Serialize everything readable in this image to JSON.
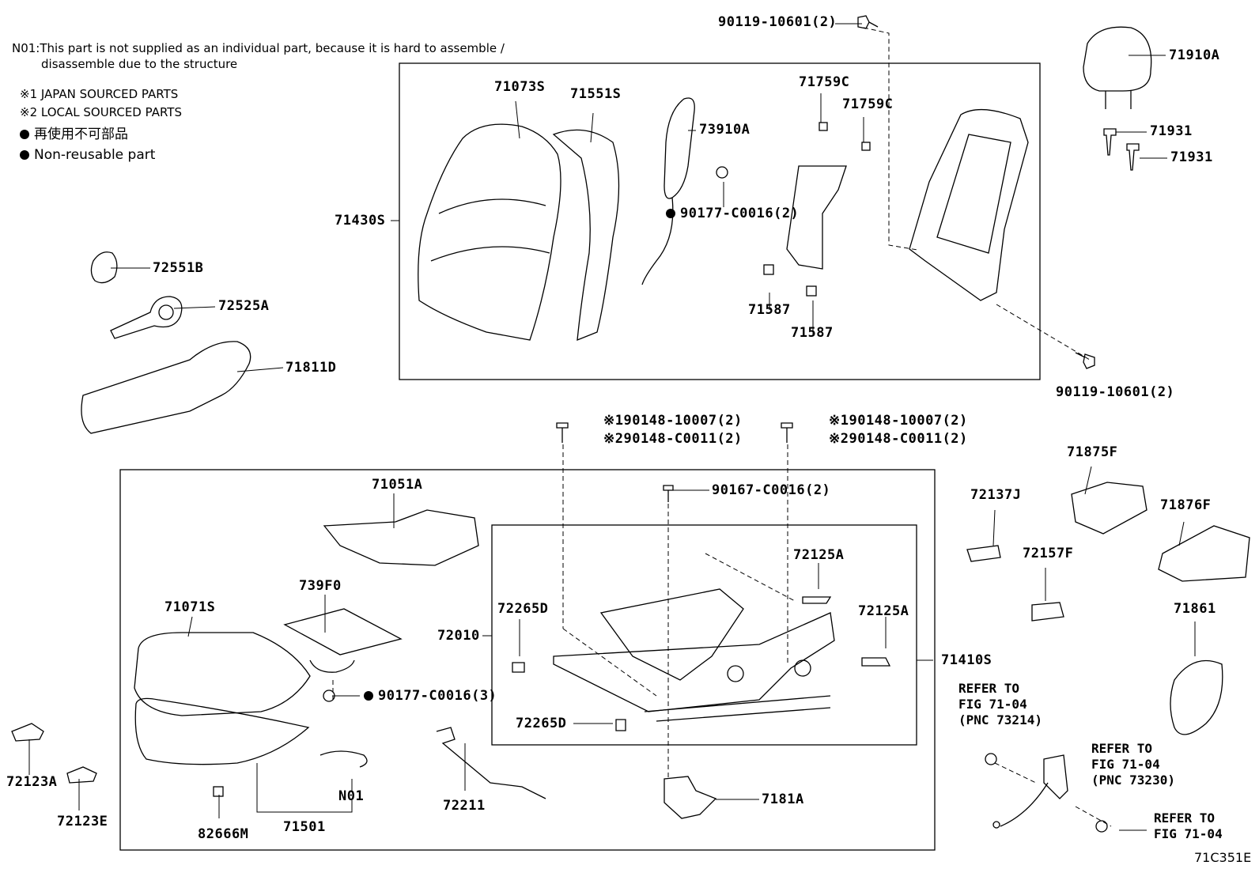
{
  "notes": {
    "n01_line1": "N01:This part is not supplied as an individual part, because it is hard to assemble /",
    "n01_line2": "disassemble due to the structure",
    "japan": "※1 JAPAN SOURCED PARTS",
    "local": "※2 LOCAL SOURCED PARTS",
    "non_reusable_jp": "再使用不可部品",
    "non_reusable_en": "Non-reusable part"
  },
  "labels": {
    "p90119_top": "90119-10601(2)",
    "p90119_bottom": "90119-10601(2)",
    "p71910A": "71910A",
    "p71931_a": "71931",
    "p71931_b": "71931",
    "p71073S": "71073S",
    "p71551S": "71551S",
    "p73910A": "73910A",
    "p71759C_a": "71759C",
    "p71759C_b": "71759C",
    "p90177_2": "90177-C0016(2)",
    "p71430S": "71430S",
    "p71587_a": "71587",
    "p71587_b": "71587",
    "p72551B": "72551B",
    "p72525A": "72525A",
    "p71811D": "71811D",
    "p90148_a1": "※190148-10007(2)",
    "p90148_a2": "※290148-C0011(2)",
    "p90148_b1": "※190148-10007(2)",
    "p90148_b2": "※290148-C0011(2)",
    "p71051A": "71051A",
    "p90167": "90167-C0016(2)",
    "p739F0": "739F0",
    "p72125A_a": "72125A",
    "p72125A_b": "72125A",
    "p71071S": "71071S",
    "p72265D_a": "72265D",
    "p72265D_b": "72265D",
    "p72010": "72010",
    "p71410S": "71410S",
    "p90177_3": "90177-C0016(3)",
    "p72211": "72211",
    "p7181A": "7181A",
    "p72123A": "72123A",
    "p72123E": "72123E",
    "p82666M": "82666M",
    "p71501": "71501",
    "pN01": "N01",
    "p71875F": "71875F",
    "p72137J": "72137J",
    "p71876F": "71876F",
    "p72157F": "72157F",
    "p71861": "71861",
    "ref1": "REFER TO\nFIG 71-04\n(PNC 73214)",
    "ref2": "REFER TO\nFIG 71-04\n(PNC 73230)",
    "ref3": "REFER TO\nFIG 71-04",
    "code": "71C351E"
  }
}
